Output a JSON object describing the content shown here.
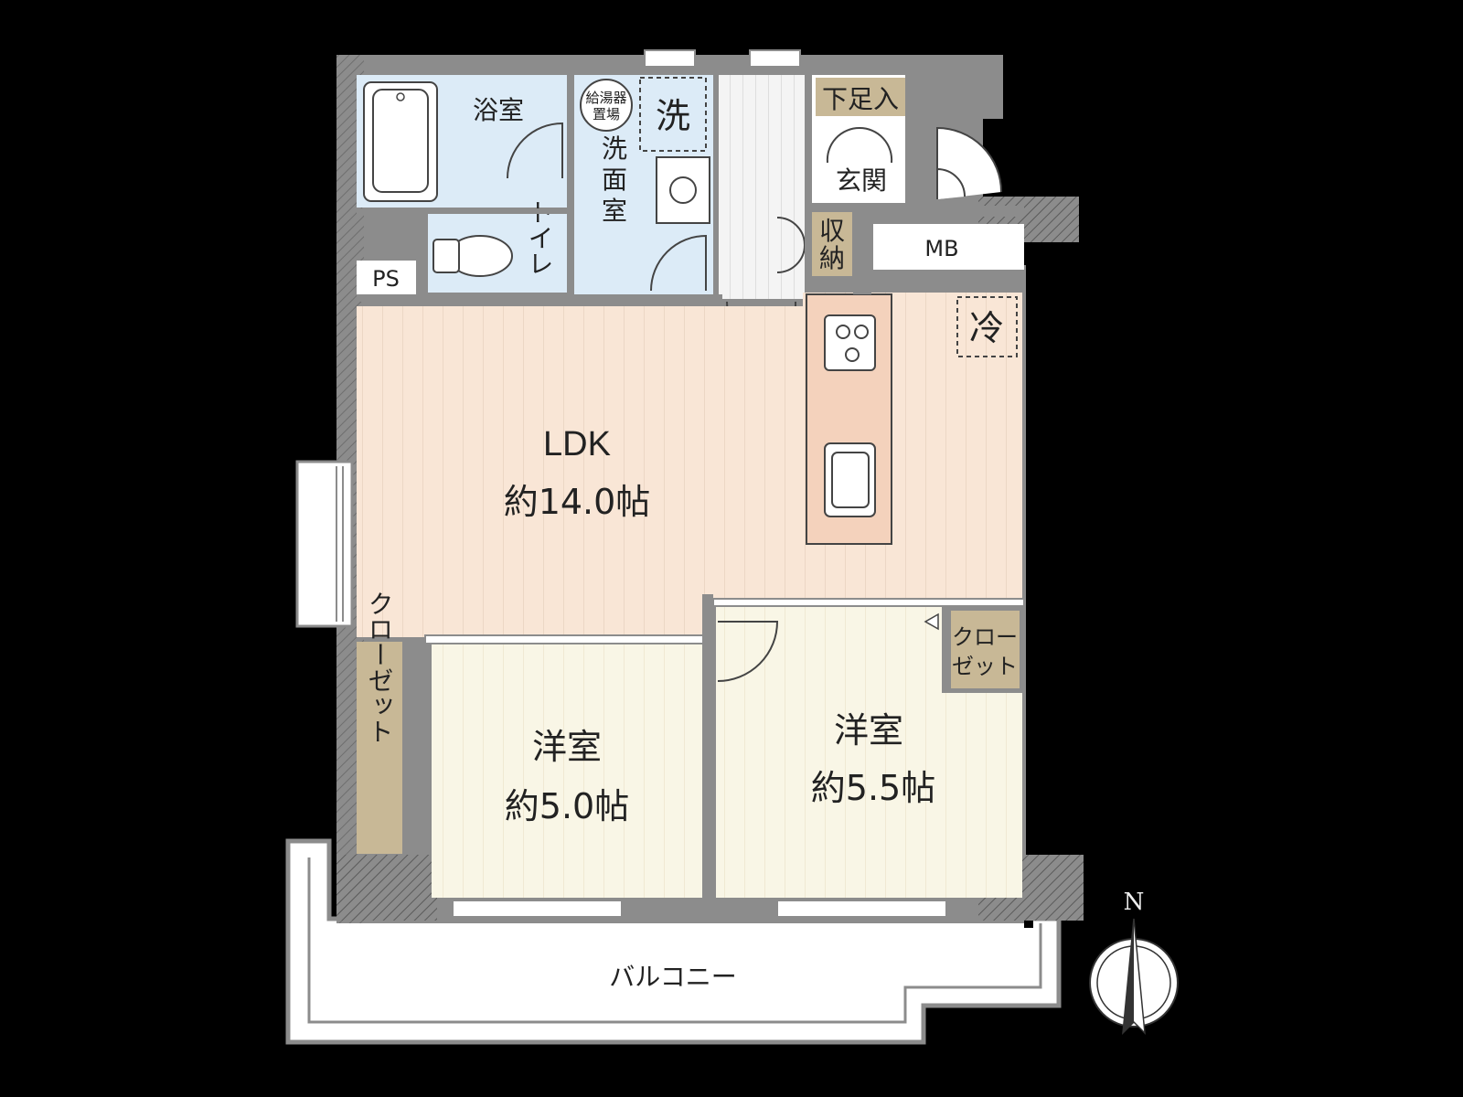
{
  "rooms": {
    "bath": "浴室",
    "water_heater_line1": "給湯器",
    "water_heater_line2": "置場",
    "washer": "洗",
    "washroom": "洗\n面\n室",
    "toilet": "トイレ",
    "ps": "PS",
    "entrance": "玄関",
    "shoe_box": "下足入",
    "storage": "収\n納",
    "mb": "MB",
    "fridge": "冷",
    "ldk_name": "LDK",
    "ldk_size": "約14.0帖",
    "closet_right": "クロー\nゼット",
    "closet_left": "クローゼット",
    "western1_name": "洋室",
    "western1_size": "約5.0帖",
    "western2_name": "洋室",
    "western2_size": "約5.5帖",
    "balcony": "バルコニー"
  },
  "compass": {
    "north": "N"
  },
  "colors": {
    "wall": "#8c8c8c",
    "wet_area": "#dcebf7",
    "ldk_floor": "#f9e6d6",
    "room_floor": "#f9f6e6",
    "closet": "#c8b896",
    "balcony": "#ffffff"
  }
}
